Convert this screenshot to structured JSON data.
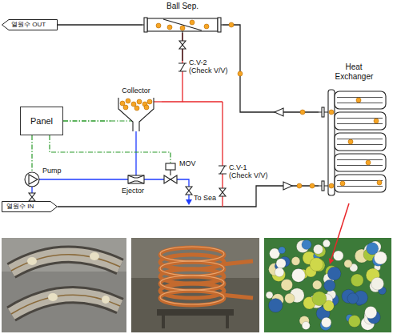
{
  "diagram": {
    "nodes": [
      {
        "text": [
          "열원수 OUT"
        ]
      },
      {
        "text": [
          "Ball Sep."
        ]
      },
      {
        "text": [
          "Heat Exchanger"
        ]
      },
      {
        "text": [
          "Panel"
        ]
      },
      {
        "text": [
          "Collector"
        ]
      },
      {
        "text": [
          "열원수 IN"
        ]
      }
    ],
    "edges": [
      {
        "from": 5,
        "to": 2,
        "arrow": "to"
      },
      {
        "from": 2,
        "to": 1,
        "arrow": "to"
      },
      {
        "from": 1,
        "to": 0,
        "arrow": "none"
      },
      {
        "from": 1,
        "to": 4,
        "arrow": "none"
      },
      {
        "from": 3,
        "to": 4,
        "arrow": "none"
      }
    ],
    "labels": [
      "C.V-2 (Check V/V)",
      "MOV",
      "C.V-1 (Check V/V)",
      "Pump",
      "Ejector",
      "To Sea"
    ]
  }
}
